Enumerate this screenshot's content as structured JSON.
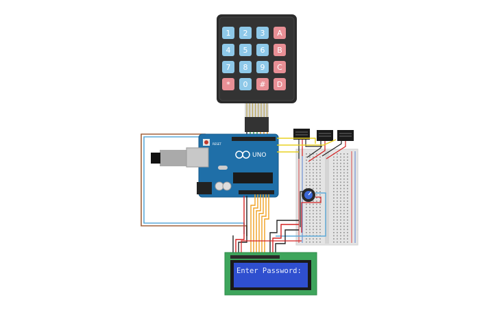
{
  "keypad": {
    "keys": [
      {
        "label": "1",
        "kind": "num"
      },
      {
        "label": "2",
        "kind": "num"
      },
      {
        "label": "3",
        "kind": "num"
      },
      {
        "label": "A",
        "kind": "letter"
      },
      {
        "label": "4",
        "kind": "num"
      },
      {
        "label": "5",
        "kind": "num"
      },
      {
        "label": "6",
        "kind": "num"
      },
      {
        "label": "B",
        "kind": "letter"
      },
      {
        "label": "7",
        "kind": "num"
      },
      {
        "label": "8",
        "kind": "num"
      },
      {
        "label": "9",
        "kind": "num"
      },
      {
        "label": "C",
        "kind": "letter"
      },
      {
        "label": "*",
        "kind": "letter"
      },
      {
        "label": "0",
        "kind": "num"
      },
      {
        "label": "#",
        "kind": "letter"
      },
      {
        "label": "D",
        "kind": "letter"
      }
    ]
  },
  "arduino": {
    "brand_label": "UNO",
    "reset_label": "RESET"
  },
  "lcd": {
    "text": "Enter Password:"
  },
  "colors": {
    "keypad_body": "#2b2b2b",
    "key_num": "#8ec8e8",
    "key_letter": "#e88f95",
    "arduino_board": "#1f6fa8",
    "lcd_pcb": "#3ea55c",
    "lcd_screen": "#2f4fcf",
    "lcd_text": "#e8eefc",
    "breadboard": "#e4e4e4",
    "wire_red": "#d42020",
    "wire_black": "#222222",
    "wire_orange": "#f0a020",
    "wire_yellow": "#e8d020",
    "wire_green": "#3aa040",
    "wire_brown": "#a0603a",
    "wire_blue": "#5aa8d8"
  }
}
